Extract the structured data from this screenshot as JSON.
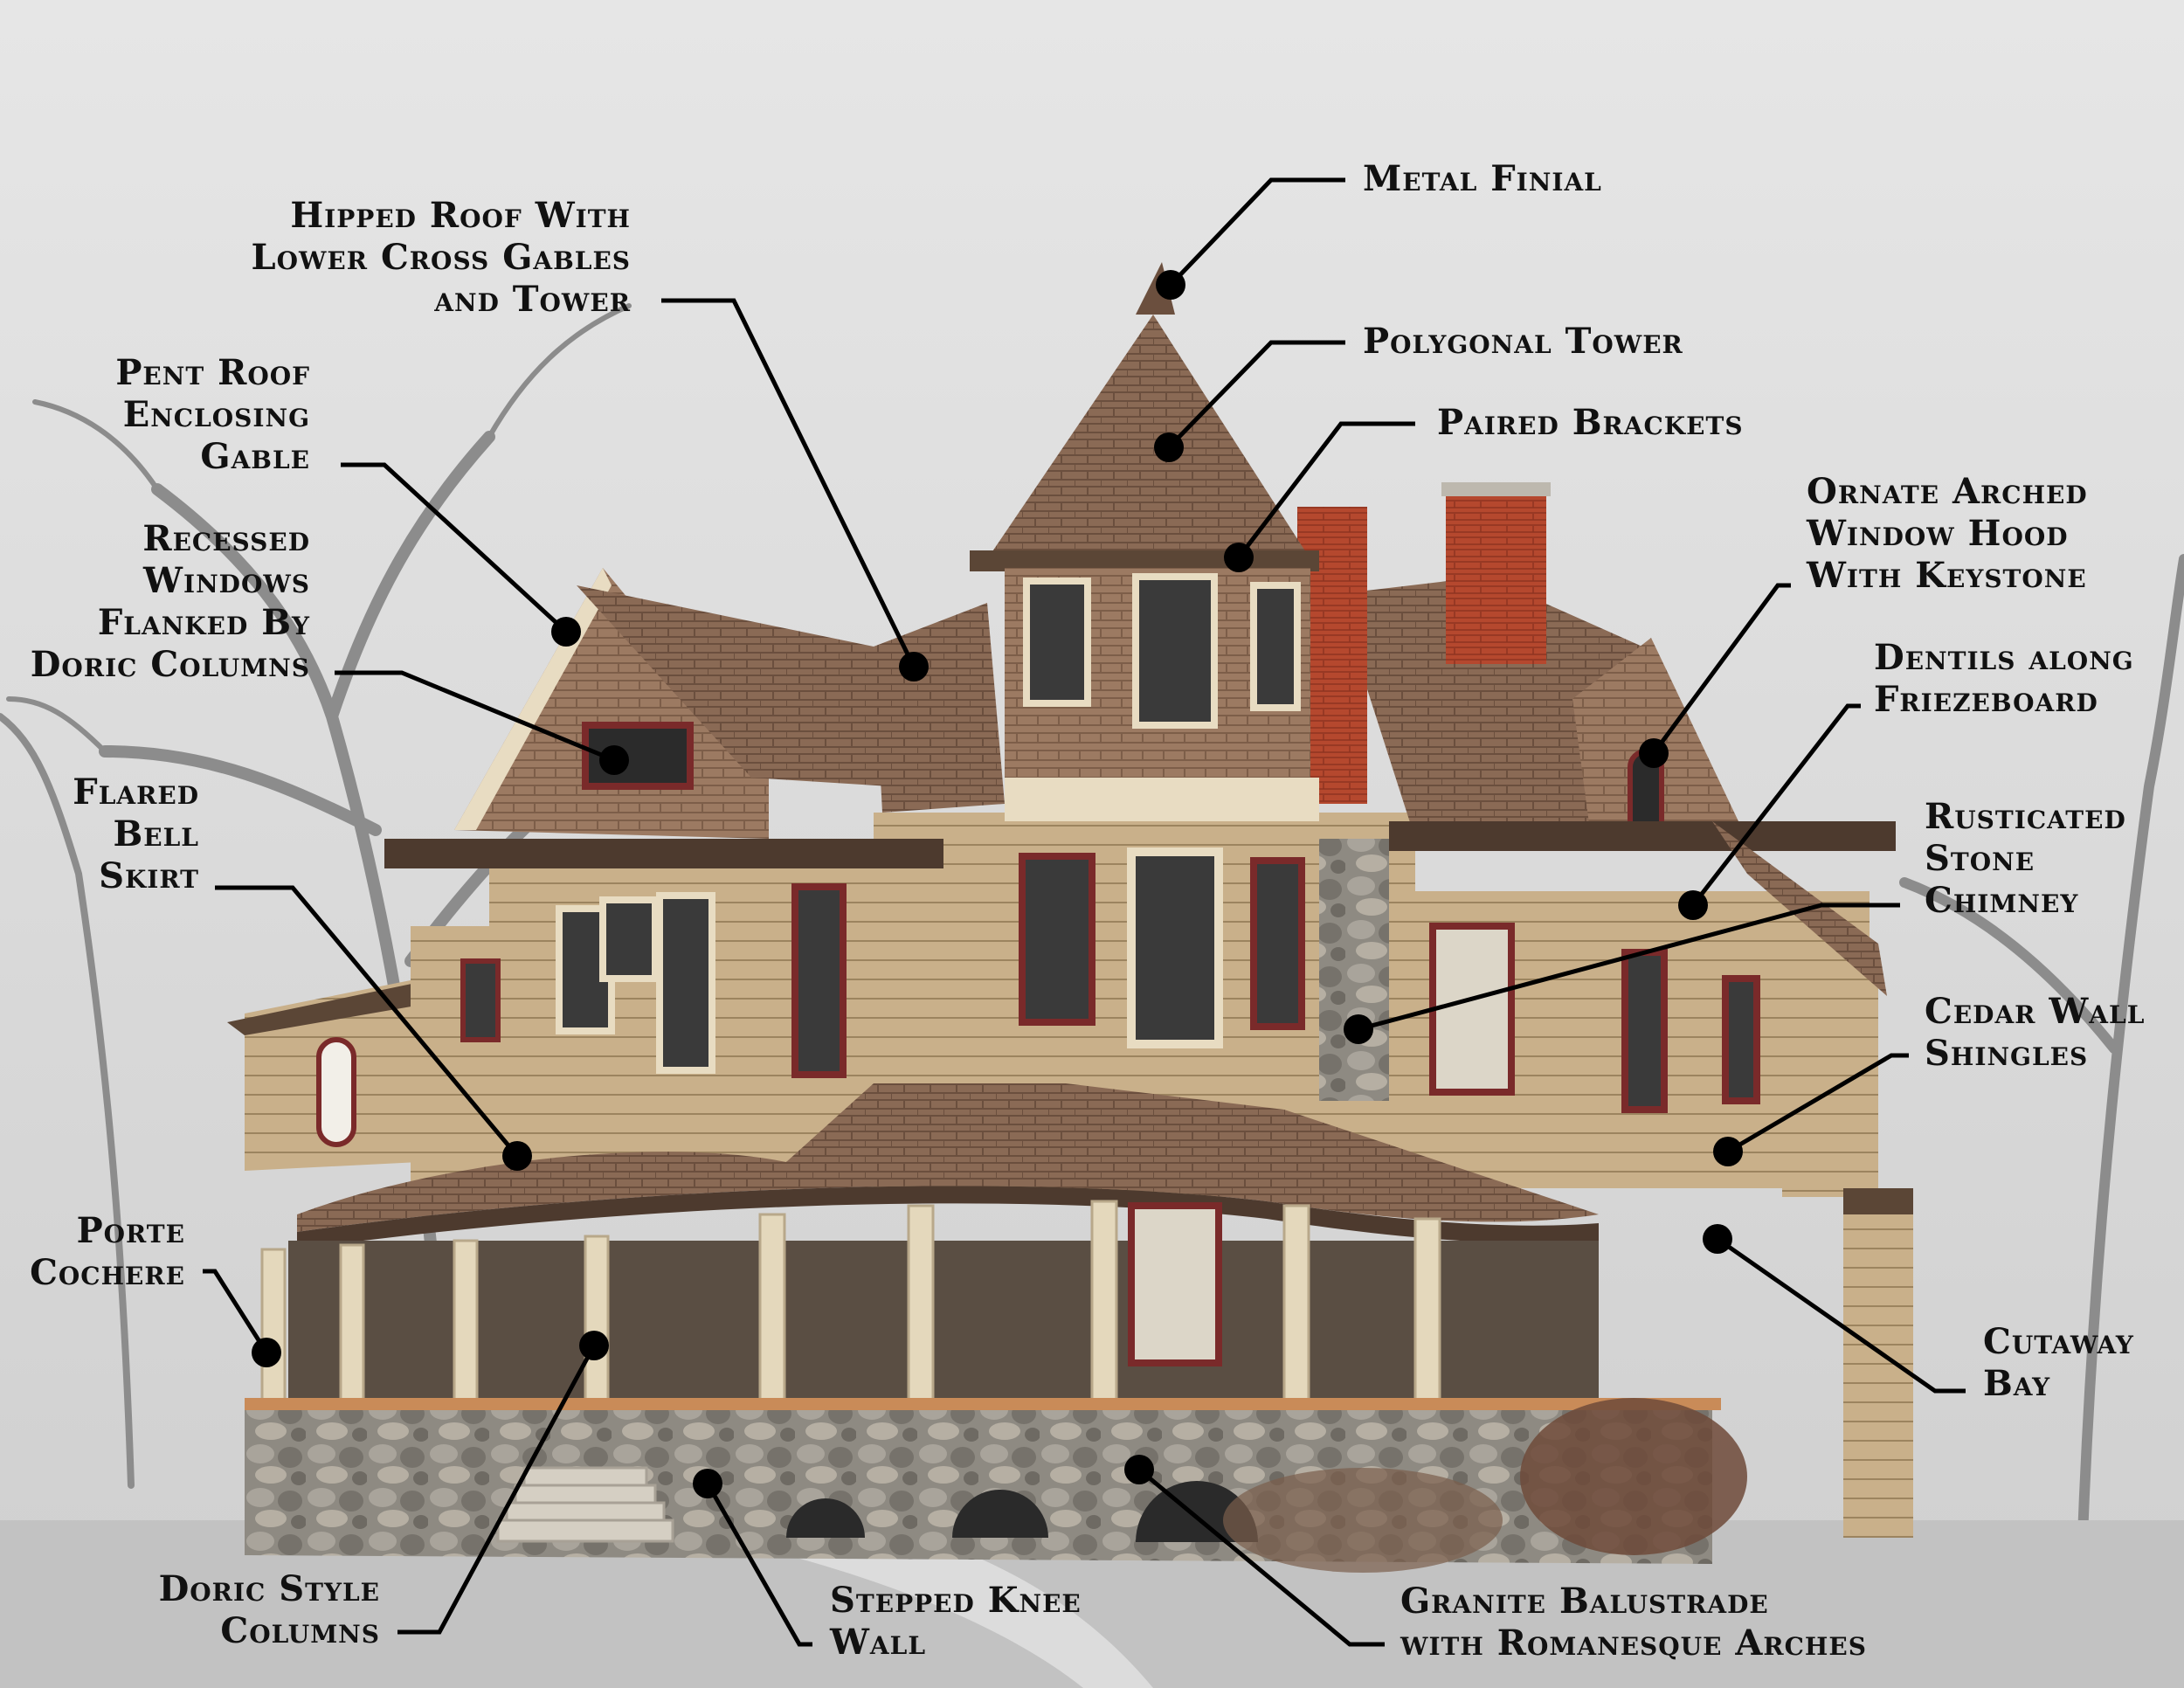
{
  "labels": [
    {
      "id": "metal-finial",
      "lines": [
        "Metal Finial"
      ]
    },
    {
      "id": "polygonal-tower",
      "lines": [
        "Polygonal Tower"
      ]
    },
    {
      "id": "paired-brackets",
      "lines": [
        "Paired Brackets"
      ]
    },
    {
      "id": "ornate-arched-window-hood",
      "lines": [
        "Ornate Arched",
        "Window Hood",
        "With Keystone"
      ]
    },
    {
      "id": "dentils-along-friezeboard",
      "lines": [
        "Dentils along",
        "Friezeboard"
      ]
    },
    {
      "id": "rusticated-stone-chimney",
      "lines": [
        "Rusticated",
        "Stone",
        "Chimney"
      ]
    },
    {
      "id": "cedar-wall-shingles",
      "lines": [
        "Cedar Wall",
        "Shingles"
      ]
    },
    {
      "id": "cutaway-bay",
      "lines": [
        "Cutaway",
        "Bay"
      ]
    },
    {
      "id": "granite-balustrade",
      "lines": [
        "Granite Balustrade",
        "with Romanesque Arches"
      ]
    },
    {
      "id": "stepped-knee-wall",
      "lines": [
        "Stepped Knee",
        "Wall"
      ]
    },
    {
      "id": "doric-style-columns",
      "lines": [
        "Doric Style",
        "Columns"
      ]
    },
    {
      "id": "porte-cochere",
      "lines": [
        "Porte",
        "Cochere"
      ]
    },
    {
      "id": "flared-bell-skirt",
      "lines": [
        "Flared",
        "Bell",
        "Skirt"
      ]
    },
    {
      "id": "recessed-windows",
      "lines": [
        "Recessed",
        "Windows",
        "Flanked By",
        "Doric Columns"
      ]
    },
    {
      "id": "pent-roof",
      "lines": [
        "Pent Roof",
        "Enclosing",
        "Gable"
      ]
    },
    {
      "id": "hipped-roof",
      "lines": [
        "Hipped Roof With",
        "Lower Cross Gables",
        "and Tower"
      ]
    }
  ],
  "colors": {
    "background": "#d9d9d9",
    "siding": "#c8b08a",
    "roof": "#8a6a55",
    "trim": "#7a2a2a",
    "chimney": "#b5482e",
    "stone": "#8d8a84",
    "leader": "#000000"
  }
}
